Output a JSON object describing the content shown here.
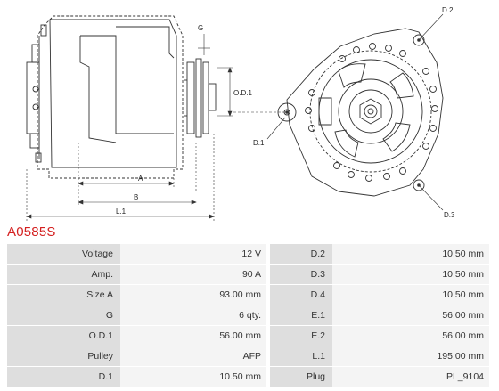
{
  "product": {
    "code": "A0585S"
  },
  "drawing": {
    "labels": {
      "g": "G",
      "a": "A",
      "b": "B",
      "l1": "L.1",
      "od1": "O.D.1",
      "d1": "D.1",
      "d2": "D.2",
      "d3": "D.3"
    }
  },
  "specs": {
    "rows": [
      {
        "left_label": "Voltage",
        "left_value": "12 V",
        "right_label": "D.2",
        "right_value": "10.50 mm"
      },
      {
        "left_label": "Amp.",
        "left_value": "90 A",
        "right_label": "D.3",
        "right_value": "10.50 mm"
      },
      {
        "left_label": "Size A",
        "left_value": "93.00 mm",
        "right_label": "D.4",
        "right_value": "10.50 mm"
      },
      {
        "left_label": "G",
        "left_value": "6 qty.",
        "right_label": "E.1",
        "right_value": "56.00 mm"
      },
      {
        "left_label": "O.D.1",
        "left_value": "56.00 mm",
        "right_label": "E.2",
        "right_value": "56.00 mm"
      },
      {
        "left_label": "Pulley",
        "left_value": "AFP",
        "right_label": "L.1",
        "right_value": "195.00 mm"
      },
      {
        "left_label": "D.1",
        "left_value": "10.50 mm",
        "right_label": "Plug",
        "right_value": "PL_9104"
      }
    ]
  }
}
